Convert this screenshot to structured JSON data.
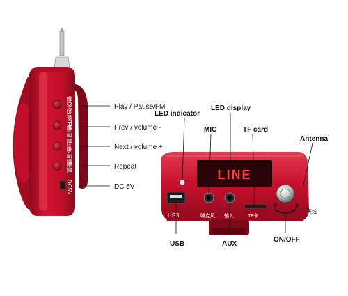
{
  "left_device": {
    "buttons": [
      {
        "label": "Play / Pause/FM",
        "cn": "播放/暂停/FM"
      },
      {
        "label": "Prev / volume -",
        "cn": "下曲/音量-"
      },
      {
        "label": "Next / volume +",
        "cn": "上曲/音量+"
      },
      {
        "label": "Repeat",
        "cn": "重复"
      }
    ],
    "dc": {
      "label": "DC 5V",
      "port_text": "DC5V"
    }
  },
  "right_device": {
    "callouts": {
      "led_indicator": "LED indicator",
      "led_display": "LED display",
      "mic": "MIC",
      "tf_card": "TF card",
      "antenna": "Antenna",
      "usb": "USB",
      "aux": "AUX",
      "on_off": "ON/OFF"
    },
    "display_text": "LINE",
    "panel_text": {
      "usb": "USB",
      "mic_cn": "喉克风",
      "aux_cn": "输入",
      "tf": "TF卡",
      "on_cn": "开",
      "off_cn": "关",
      "antenna_cn": "天线"
    }
  },
  "colors": {
    "body": "#c8102e",
    "body_dark": "#8e0a1d",
    "body_light": "#e23a4f"
  }
}
